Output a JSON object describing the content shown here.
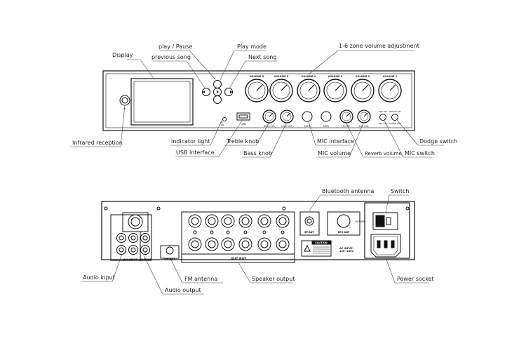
{
  "front_panel": {
    "callouts": {
      "display": "Display",
      "play_pause": "play / Pause",
      "previous_song": "previous song",
      "play_mode": "Play mode",
      "next_song": "Next song",
      "zone_volume": "1-6 zone volume adjustment",
      "infrared": "Infrared reception",
      "indicator_light": "indicator light",
      "usb_interface": "USB interface",
      "treble_knob": "Treble knob",
      "bass_knob": "Bass knob",
      "mic_interface": "MIC interface",
      "mic_volume": "MIC volume",
      "reverb_volume": "Reverb volume",
      "mic_switch": "MIC switch",
      "dodge_switch": "Dodge switch"
    },
    "printed": {
      "volume_labels": [
        "VOLUME 6",
        "VOLUME 5",
        "VOLUME 4",
        "VOLUME 3",
        "VOLUME 2",
        "VOLUME 1"
      ],
      "ir": "IR",
      "rf_led": "RF\nLED",
      "usb": "USB",
      "high_vol": "HIGH VOL",
      "low_vol": "LOW VOL",
      "mic1": "MIC1",
      "mic2": "MIC2",
      "echo": "ECHO",
      "mic_vol": "MIC VOL",
      "mic_on": "MIC ON",
      "mic_off": "MIC OFF",
      "dodge_on": "DODGE ON",
      "dodge_off": "DODGE OFF"
    }
  },
  "rear_panel": {
    "callouts": {
      "bluetooth_antenna": "Bluetooth antenna",
      "switch": "Switch",
      "audio_input": "Audio input",
      "audio_output": "Audio output",
      "fm_antenna": "FM antenna",
      "speaker_output": "Speaker output",
      "power_socket": "Power socket"
    },
    "printed": {
      "aux_input": "AUX INPUT",
      "output": "OUTPUT",
      "fm_ant": "FM-ANT",
      "out_put": "OUT PUT",
      "bt_ant": "BT-ANT",
      "rf2_ant": "RF2-ANT",
      "power": "POWER",
      "caution": "CAUTION",
      "ac_input": "AC INPUT:\n100~240V"
    }
  }
}
